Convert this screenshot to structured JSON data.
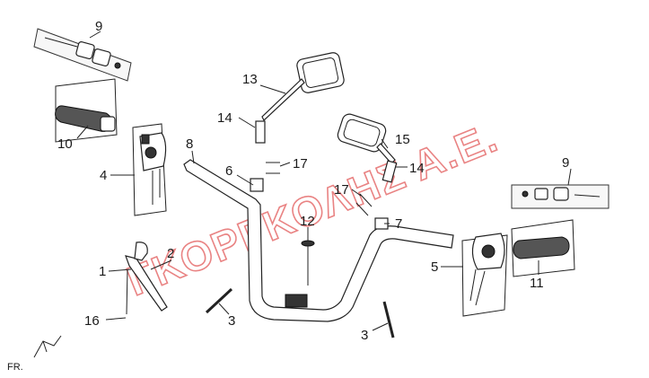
{
  "diagram": {
    "callouts": {
      "c1": "1",
      "c2": "2",
      "c3a": "3",
      "c3b": "3",
      "c4": "4",
      "c5": "5",
      "c6": "6",
      "c7": "7",
      "c8": "8",
      "c9a": "9",
      "c9b": "9",
      "c10": "10",
      "c11": "11",
      "c12": "12",
      "c13": "13",
      "c14a": "14",
      "c14b": "14",
      "c15": "15",
      "c16": "16",
      "c17a": "17",
      "c17b": "17"
    },
    "direction_label": "FR.",
    "watermark": "ΓΚΟΡΓΚΟΛΗΣ Α.Ε."
  }
}
